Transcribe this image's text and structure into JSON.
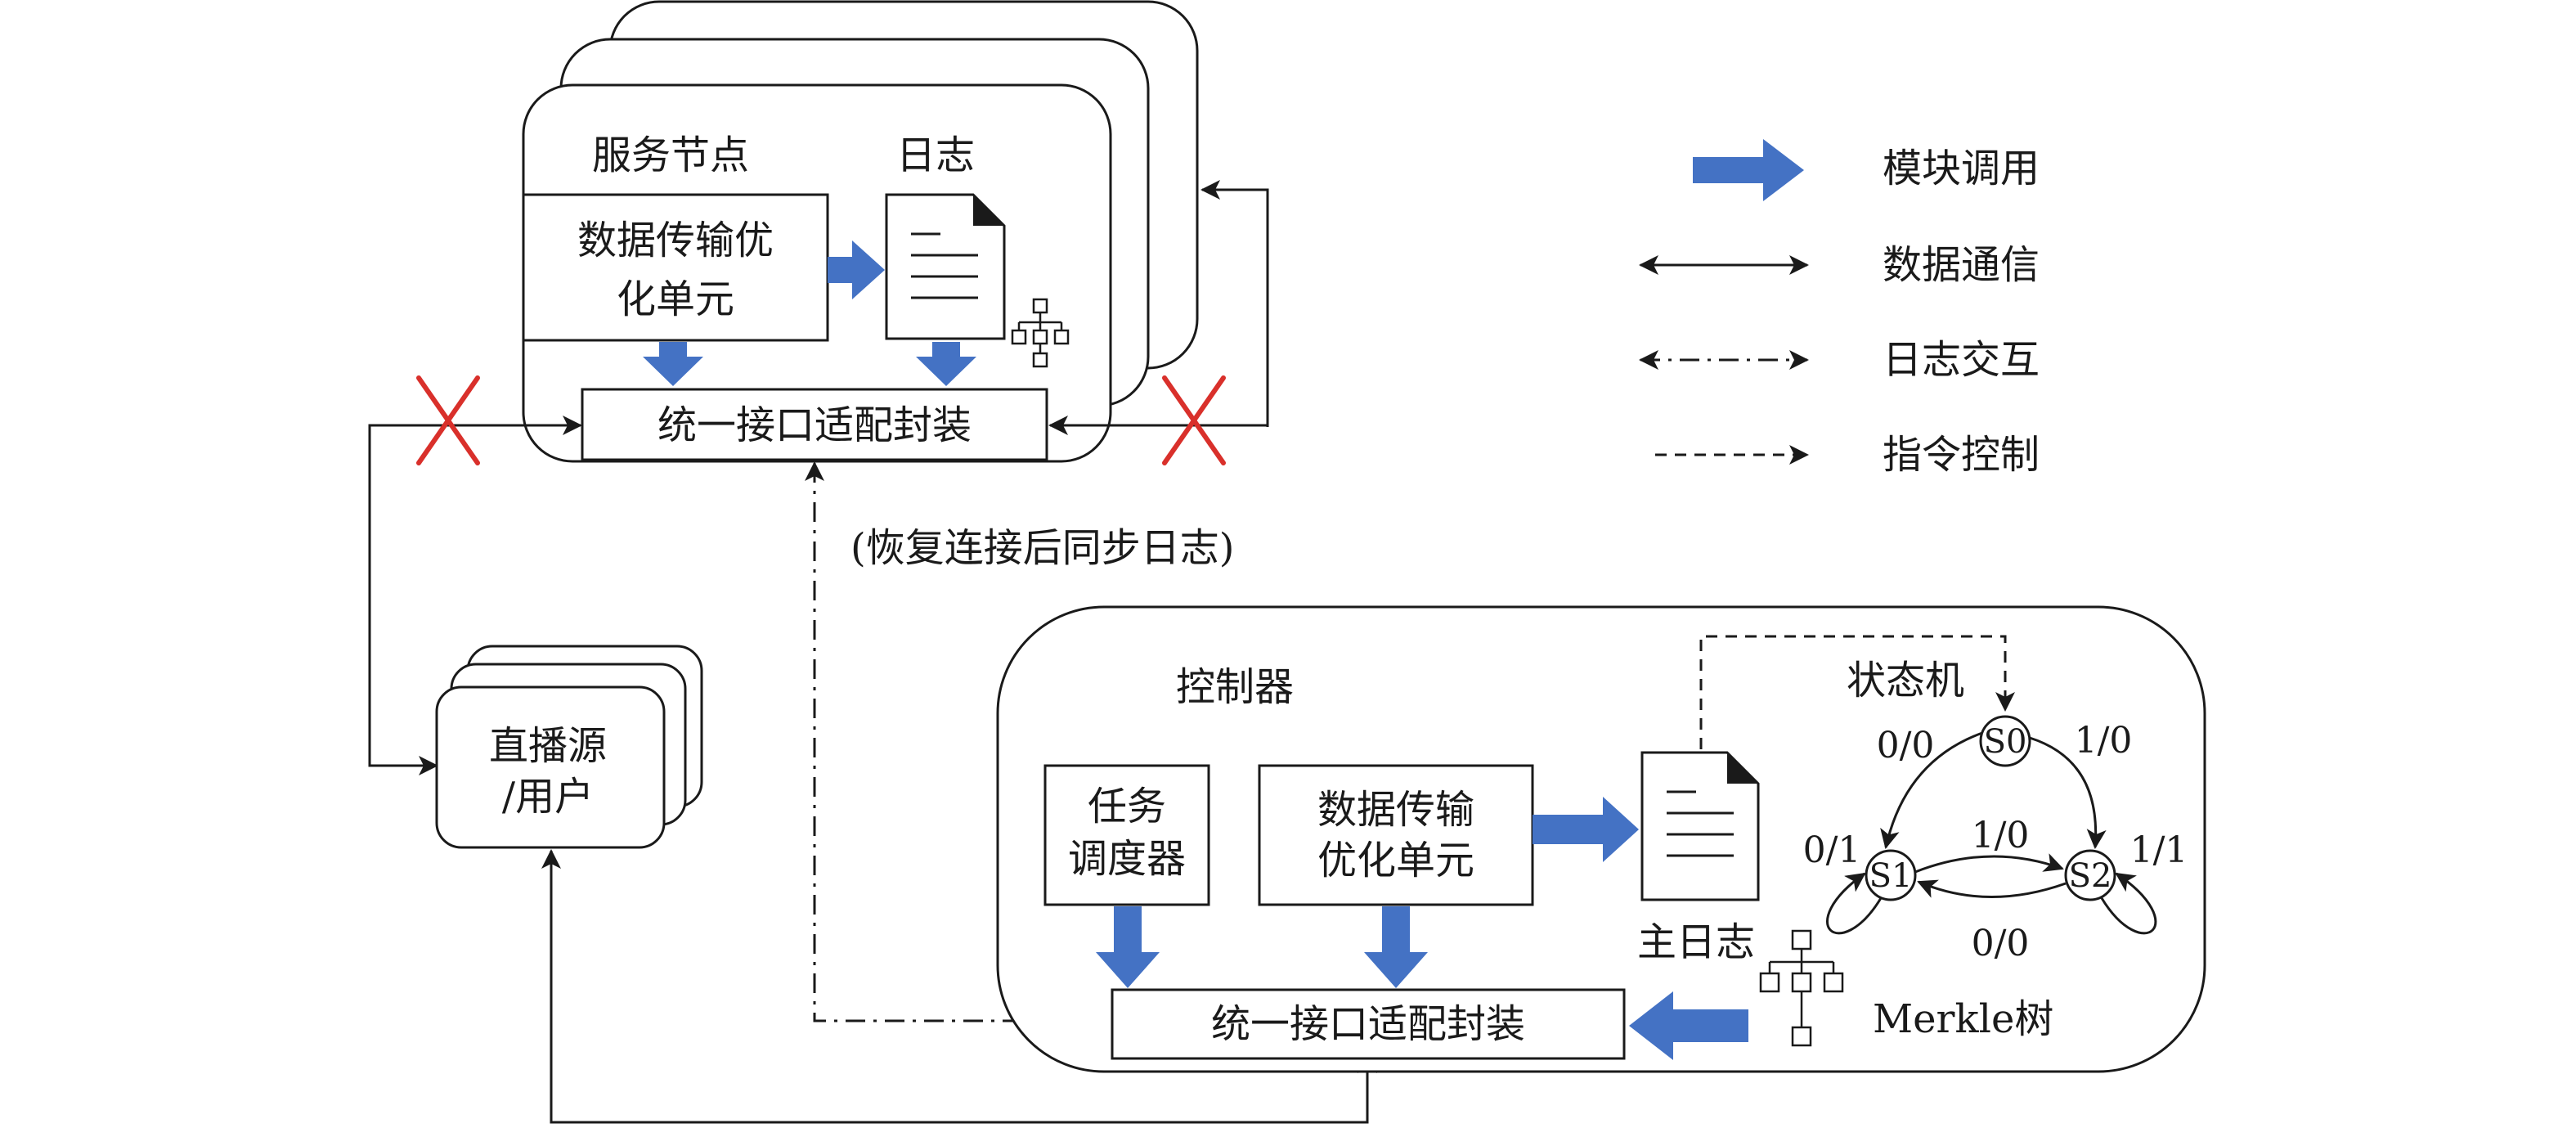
{
  "service_node": {
    "title": "服务节点",
    "log_title": "日志",
    "unit_line1": "数据传输优",
    "unit_line2": "化单元",
    "adapter": "统一接口适配封装"
  },
  "live_source": {
    "line1": "直播源",
    "line2": "/用户"
  },
  "sync_note": "(恢复连接后同步日志)",
  "controller": {
    "title": "控制器",
    "scheduler_line1": "任务",
    "scheduler_line2": "调度器",
    "unit_line1": "数据传输",
    "unit_line2": "优化单元",
    "main_log": "主日志",
    "adapter": "统一接口适配封装",
    "merkle": "Merkle树"
  },
  "state_machine": {
    "title": "状态机",
    "states": [
      "S0",
      "S1",
      "S2"
    ],
    "transitions": {
      "s0_s1": "0/0",
      "s0_s2": "1/0",
      "s1_self": "0/1",
      "s1_s2": "1/0",
      "s2_s1": "0/0",
      "s2_self": "1/1"
    }
  },
  "legend": {
    "module_call": "模块调用",
    "data_comm": "数据通信",
    "log_interaction": "日志交互",
    "command_control": "指令控制"
  },
  "colors": {
    "blue_arrow": "#4472c4",
    "cross": "#d9302b",
    "line": "#1a1a1a"
  },
  "icons": [
    "document-icon",
    "tree-icon",
    "cross-icon"
  ]
}
